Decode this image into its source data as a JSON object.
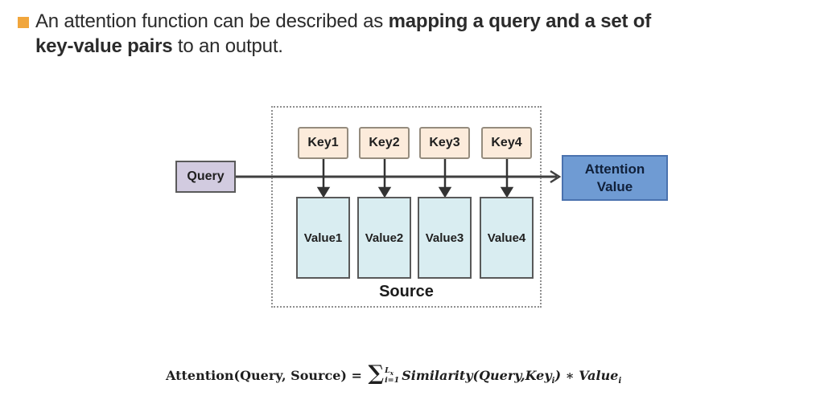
{
  "headline": {
    "line1_regular": "An attention function can be described as ",
    "line1_bold": "mapping a query and a set of",
    "line2_bold": "key-value pairs",
    "line2_regular": " to an output."
  },
  "diagram": {
    "query_label": "Query",
    "keys": [
      "Key1",
      "Key2",
      "Key3",
      "Key4"
    ],
    "values": [
      "Value1",
      "Value2",
      "Value3",
      "Value4"
    ],
    "source_label": "Source",
    "attention_line1": "Attention",
    "attention_line2": "Value"
  },
  "formula": {
    "lhs": "Attention(Query, Source) = ",
    "sigma": "∑",
    "upper_limit_main": "L",
    "upper_limit_sub": "x",
    "lower_limit": "i=1",
    "rhs_part1": "Similarity(Query,Key",
    "rhs_sub1": "i",
    "rhs_part2": ") ∗ Value",
    "rhs_sub2": "i"
  },
  "colors": {
    "bullet_accent": "#f1a63c",
    "query_fill": "#d2cbe0",
    "key_fill": "#fcebdb",
    "value_fill": "#d9edf1",
    "attention_fill": "#6f9bd3",
    "attention_border": "#4a72ae",
    "arrow": "#3f3f3f"
  }
}
